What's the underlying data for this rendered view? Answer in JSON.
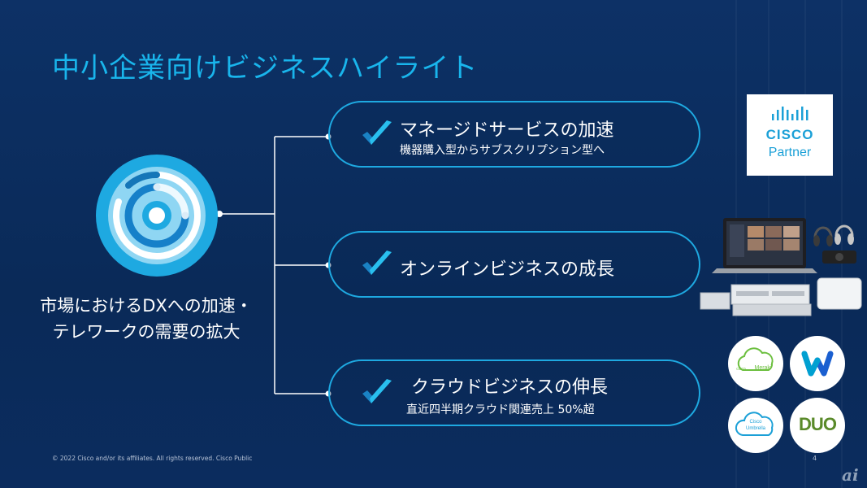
{
  "slide": {
    "title": "中小企業向けビジネスハイライト",
    "market_text_line1": "市場におけるDXへの加速・",
    "market_text_line2": "テレワークの需要の拡大",
    "pills": [
      {
        "title": "マネージドサービスの加速",
        "subtitle": "機器購入型からサブスクリプション型へ"
      },
      {
        "title": "オンラインビジネスの成長",
        "subtitle": ""
      },
      {
        "title": "クラウドビジネスの伸長",
        "subtitle": "直近四半期クラウド関連売上 50%超"
      }
    ],
    "partner_logo": {
      "brand": "CISCO",
      "label": "Partner"
    },
    "product_logos": {
      "meraki": {
        "small": "cisco",
        "label": "Meraki"
      },
      "webex": {
        "label": ""
      },
      "umbrella": {
        "line1": "Cisco",
        "line2": "Umbrella"
      },
      "duo": {
        "label": "DUO"
      }
    },
    "footer": "© 2022  Cisco and/or its affiliates. All rights reserved.   Cisco Public",
    "page_number": "4",
    "watermark": "ai"
  },
  "colors": {
    "background": "#0b2c5e",
    "title": "#19b5ec",
    "accent": "#1ea9e1",
    "check_dark": "#1a82c4",
    "check_light": "#29c0ef"
  },
  "icons": [
    "checkmark-icon",
    "circular-logo-icon",
    "cisco-bars-icon",
    "meraki-cloud-icon",
    "webex-icon",
    "umbrella-cloud-icon"
  ]
}
